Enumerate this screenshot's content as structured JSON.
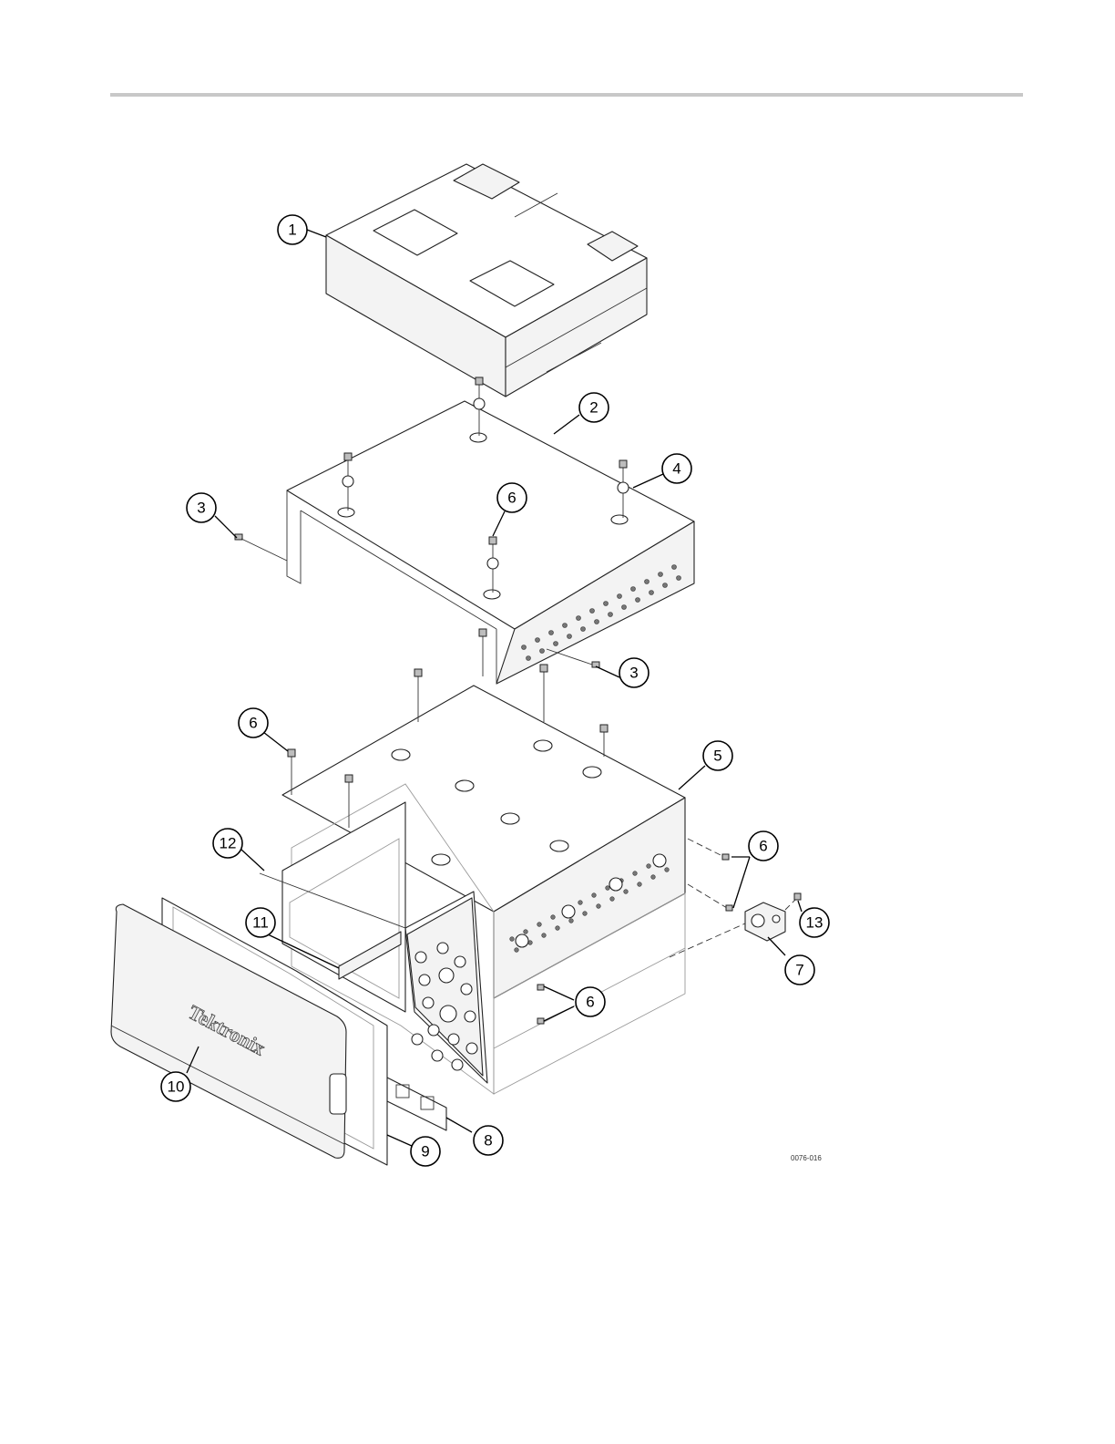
{
  "figure": {
    "id_label": "0076-016",
    "logo_text": "Tektronix"
  },
  "callouts": [
    {
      "label": "1"
    },
    {
      "label": "2"
    },
    {
      "label": "3"
    },
    {
      "label": "4"
    },
    {
      "label": "6"
    },
    {
      "label": "3"
    },
    {
      "label": "6"
    },
    {
      "label": "5"
    },
    {
      "label": "12"
    },
    {
      "label": "6"
    },
    {
      "label": "13"
    },
    {
      "label": "11"
    },
    {
      "label": "7"
    },
    {
      "label": "6"
    },
    {
      "label": "10"
    },
    {
      "label": "8"
    },
    {
      "label": "9"
    }
  ]
}
